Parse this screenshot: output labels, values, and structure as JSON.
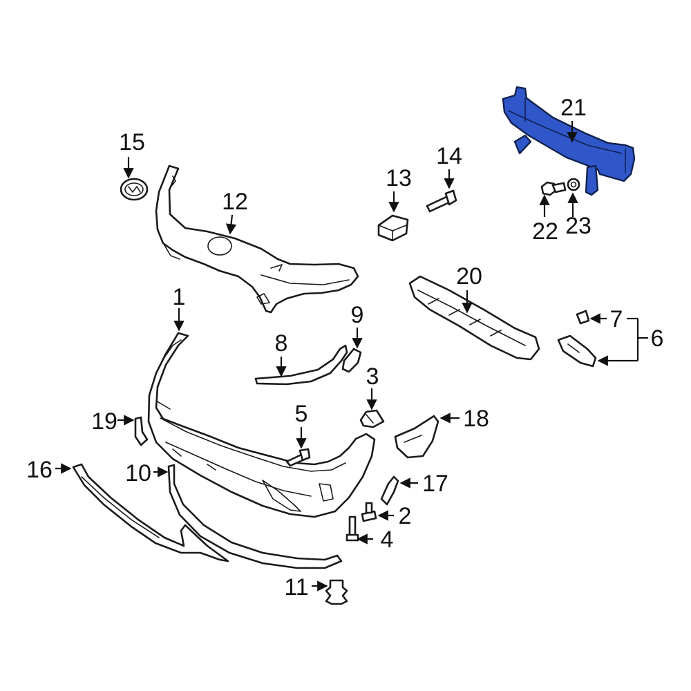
{
  "diagram": {
    "highlight_color": "#2f57c9",
    "highlighted_part": "21",
    "callouts": [
      {
        "id": "c1",
        "label": "1"
      },
      {
        "id": "c2",
        "label": "2"
      },
      {
        "id": "c3",
        "label": "3"
      },
      {
        "id": "c4",
        "label": "4"
      },
      {
        "id": "c5",
        "label": "5"
      },
      {
        "id": "c6",
        "label": "6"
      },
      {
        "id": "c7",
        "label": "7"
      },
      {
        "id": "c8",
        "label": "8"
      },
      {
        "id": "c9",
        "label": "9"
      },
      {
        "id": "c10",
        "label": "10"
      },
      {
        "id": "c11",
        "label": "11"
      },
      {
        "id": "c12",
        "label": "12"
      },
      {
        "id": "c13",
        "label": "13"
      },
      {
        "id": "c14",
        "label": "14"
      },
      {
        "id": "c15",
        "label": "15"
      },
      {
        "id": "c16",
        "label": "16"
      },
      {
        "id": "c17",
        "label": "17"
      },
      {
        "id": "c18",
        "label": "18"
      },
      {
        "id": "c19",
        "label": "19"
      },
      {
        "id": "c20",
        "label": "20"
      },
      {
        "id": "c21",
        "label": "21"
      },
      {
        "id": "c22",
        "label": "22"
      },
      {
        "id": "c23",
        "label": "23"
      }
    ]
  }
}
